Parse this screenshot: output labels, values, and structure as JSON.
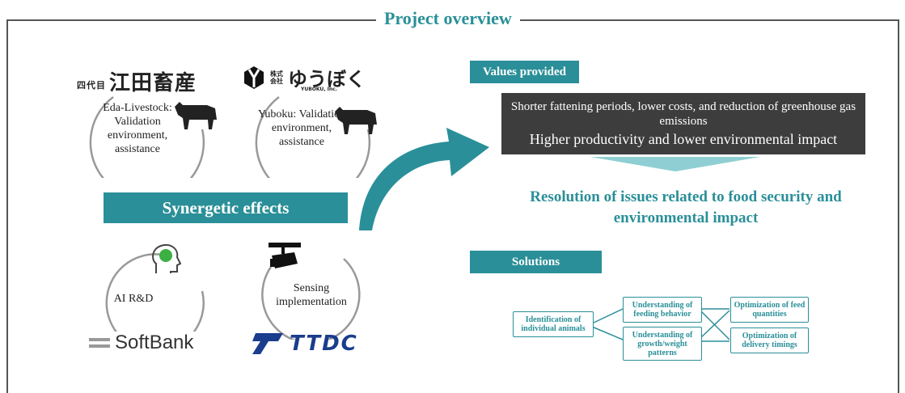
{
  "title": "Project overview",
  "partners": {
    "eda": {
      "logo_small": "四代目",
      "logo_main": "江田畜産",
      "desc": "Eda-Livestock: Validation environment, assistance"
    },
    "yuboku": {
      "logo_kabu": "株式 会社",
      "logo_main": "ゆうぼく",
      "logo_sub": "YUBOKU, Inc.",
      "desc": "Yuboku: Validation environment, assistance"
    },
    "softbank": {
      "desc": "AI R&D",
      "logo": "SoftBank"
    },
    "ttdc": {
      "desc": "Sensing implementation",
      "logo": "TTDC"
    }
  },
  "synergy": "Synergetic effects",
  "values": {
    "tag": "Values provided",
    "line1": "Shorter fattening periods, lower costs, and reduction of greenhouse gas emissions",
    "line2": "Higher productivity and lower environmental impact",
    "resolution": "Resolution of issues related to food security and environmental impact"
  },
  "solutions": {
    "tag": "Solutions",
    "nodes": {
      "identification": "Identification of individual animals",
      "feeding": "Understanding of feeding behavior",
      "growth": "Understanding of growth/weight patterns",
      "feed_opt": "Optimization of feed quantities",
      "delivery_opt": "Optimization of delivery timings"
    }
  },
  "colors": {
    "accent": "#2a8f98",
    "dark": "#3d3d3d"
  }
}
